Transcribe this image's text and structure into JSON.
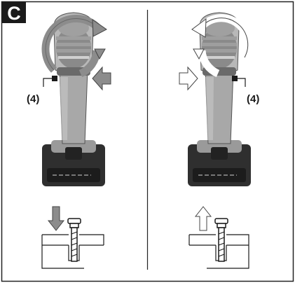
{
  "figure": {
    "panel_letter": "C",
    "left_callout": "(4)",
    "right_callout": "(4)"
  },
  "colors": {
    "border": "#222222",
    "badge": "#1a1a1a",
    "drill_body": "#b5b5b5",
    "drill_dark": "#3a3a3a",
    "arrow_fill": "#8c8c8c",
    "arrow_outline": "#444444"
  },
  "panels": [
    {
      "side": "left",
      "rotation": "clockwise",
      "switch_push_direction": "from-right",
      "screw_motion": "down-icon"
    },
    {
      "side": "right",
      "rotation": "counter-clockwise",
      "switch_push_direction": "from-left",
      "screw_motion": "up-icon"
    }
  ]
}
